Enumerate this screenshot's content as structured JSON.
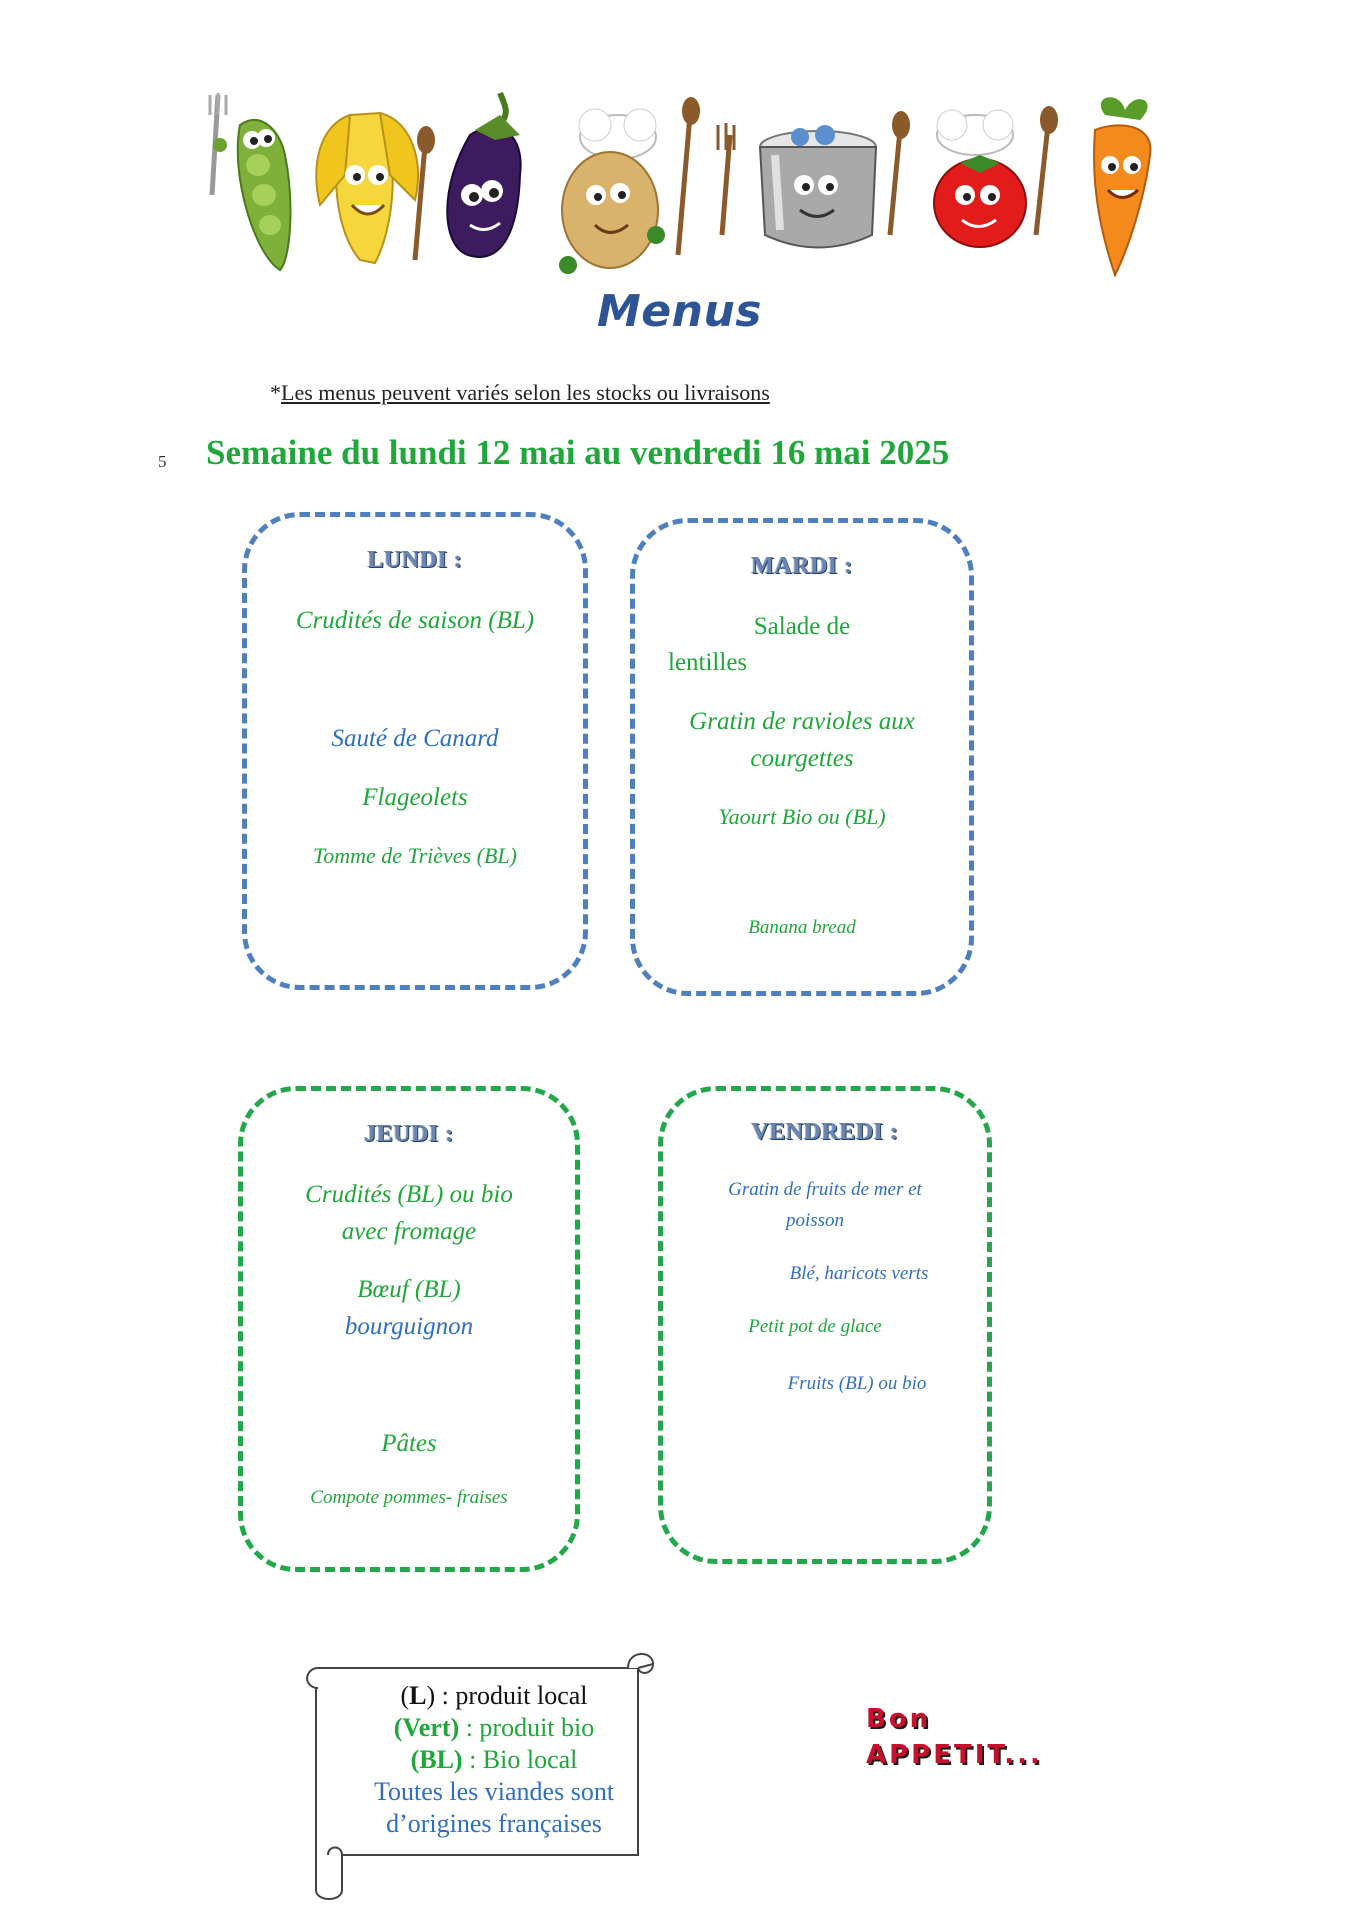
{
  "header": {
    "title": "Menus",
    "note_prefix": "*",
    "note_text": "Les menus peuvent variés selon les stocks ou livraisons",
    "page_number": "5",
    "week": "Semaine du lundi 12 mai au vendredi 16 mai 2025"
  },
  "menus": {
    "lundi": {
      "day": "LUNDI :",
      "items": [
        "Crudités de saison (BL)",
        "Sauté de Canard",
        "Flageolets",
        "Tomme de Trièves (BL)"
      ]
    },
    "mardi": {
      "day": "MARDI :",
      "items": [
        "Salade de",
        "lentilles",
        "Gratin de ravioles aux",
        "courgettes",
        "Yaourt Bio ou (BL)",
        "Banana bread"
      ]
    },
    "jeudi": {
      "day": "JEUDI :",
      "items": [
        "Crudités (BL) ou bio",
        "avec fromage",
        "Bœuf (BL)",
        "bourguignon",
        "Pâtes",
        "Compote pommes- fraises"
      ]
    },
    "vendredi": {
      "day": "VENDREDI :",
      "items": [
        "Gratin de fruits de mer et",
        "poisson",
        "Blé, haricots verts",
        "Petit pot de glace",
        "Fruits (BL) ou bio"
      ]
    }
  },
  "legend": {
    "l_open": "(",
    "l_code": "L",
    "l_rest": ") : produit local",
    "vert_code": "(Vert)",
    "vert_rest": " : produit bio",
    "bl_code": "(BL)",
    "bl_rest": " : Bio local",
    "meat_line1": "Toutes les viandes sont",
    "meat_line2": "d’origines françaises"
  },
  "closing": {
    "line1": "Bon",
    "line2": "APPETIT..."
  },
  "colors": {
    "title_blue": "#2f5496",
    "green": "#1fa83a",
    "blue": "#2f6fc0",
    "box_blue": "#4f7fbf",
    "box_green": "#22a84a",
    "red": "#c8102e"
  },
  "icons": [
    "pea-pod-character",
    "banana-character",
    "eggplant-character",
    "potato-chef-character",
    "cooking-pot-character",
    "tomato-chef-character",
    "carrot-character"
  ]
}
